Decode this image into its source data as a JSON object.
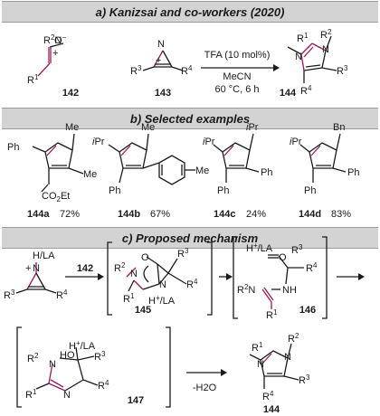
{
  "sections": {
    "a": "a) Kanizsai and co-workers (2020)",
    "b": "b) Selected examples",
    "c": "c) Proposed mechanism"
  },
  "reaction": {
    "nitrone_label": "142",
    "azirine_label": "143",
    "product_label": "144",
    "plus": "+",
    "conditions": [
      "TFA (10 mol%)",
      "MeCN",
      "60 °C, 6 h"
    ]
  },
  "examples": [
    {
      "id": "144a",
      "yield": "72%"
    },
    {
      "id": "144b",
      "yield": "67%"
    },
    {
      "id": "144c",
      "yield": "24%"
    },
    {
      "id": "144d",
      "yield": "83%"
    }
  ],
  "mechanism": {
    "reagent_142": "142",
    "int_145": "145",
    "int_146": "146",
    "int_147": "147",
    "product_144": "144",
    "loss": "-H2O"
  },
  "colors": {
    "accent": "#9a1a5c",
    "band": "#d3d3d3"
  }
}
